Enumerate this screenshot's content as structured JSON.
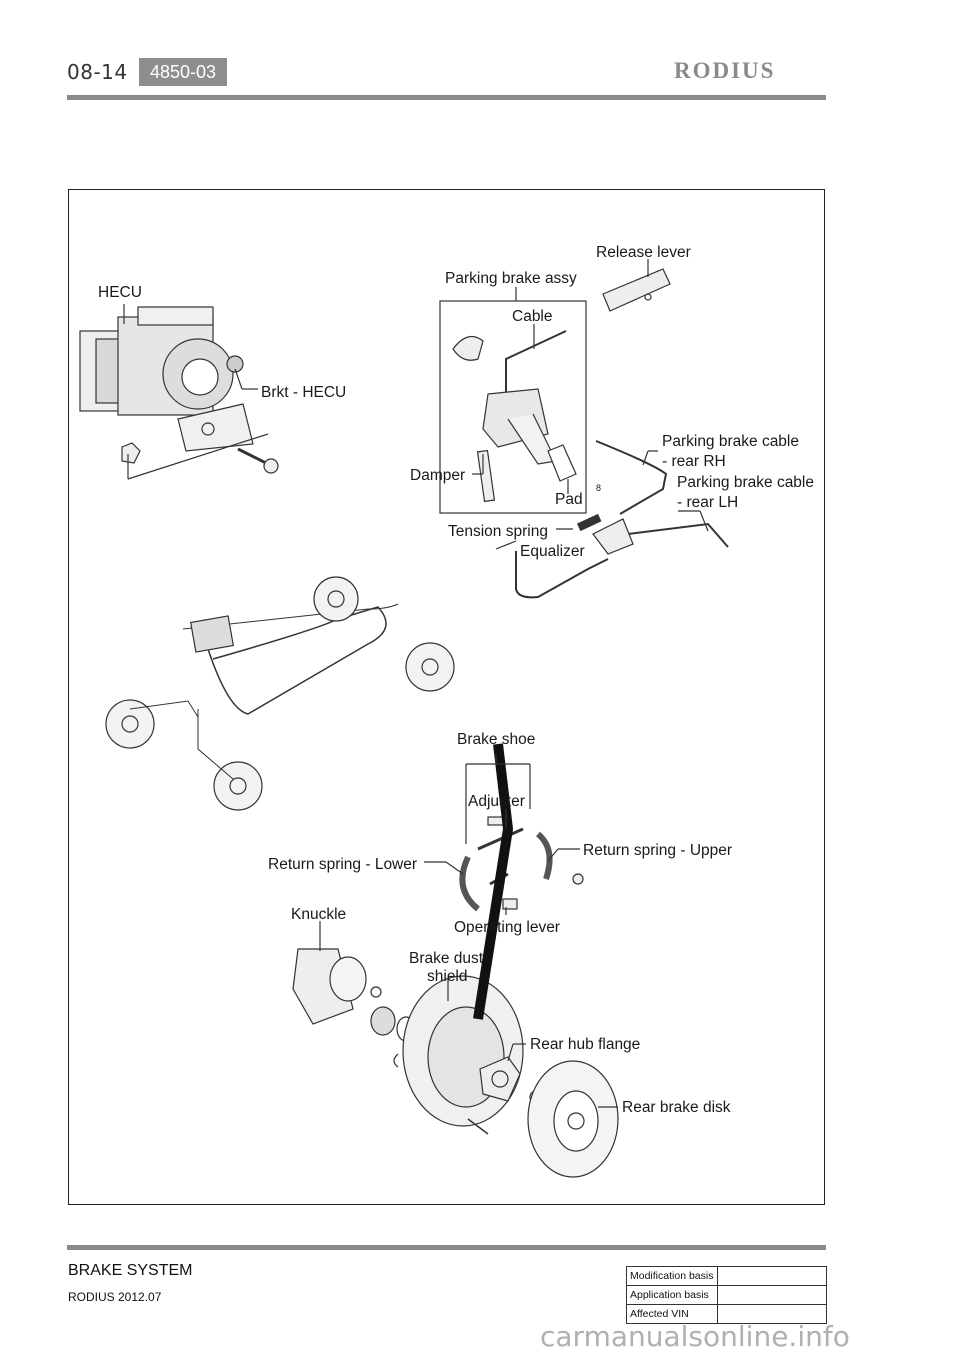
{
  "header": {
    "page_number": "08-14",
    "section_code": "4850-03",
    "brand": "RODIUS"
  },
  "diagram": {
    "labels": {
      "hecu": "HECU",
      "brkt_hecu": "Brkt - HECU",
      "parking_brake_assy": "Parking brake assy",
      "release_lever": "Release lever",
      "cable": "Cable",
      "damper": "Damper",
      "pad": "Pad",
      "cable_rear_rh_1": "Parking brake cable",
      "cable_rear_rh_2": "- rear RH",
      "cable_rear_lh_1": "Parking brake cable",
      "cable_rear_lh_2": "- rear LH",
      "tension_spring": "Tension spring",
      "equalizer": "Equalizer",
      "brake_shoe": "Brake shoe",
      "adjuster": "Adjuster",
      "return_spring_lower": "Return spring - Lower",
      "return_spring_upper": "Return spring - Upper",
      "knuckle": "Knuckle",
      "operating_lever": "Operating lever",
      "brake_dust_1": "Brake dust",
      "brake_dust_2": "shield",
      "rear_hub_flange": "Rear hub flange",
      "rear_brake_disk": "Rear brake disk",
      "small_mark": "8"
    }
  },
  "footer": {
    "title": "BRAKE SYSTEM",
    "date": "RODIUS 2012.07",
    "table": [
      {
        "key": "Modification basis",
        "value": ""
      },
      {
        "key": "Application basis",
        "value": ""
      },
      {
        "key": "Affected VIN",
        "value": ""
      }
    ]
  },
  "watermark": "carmanualsonline.info"
}
